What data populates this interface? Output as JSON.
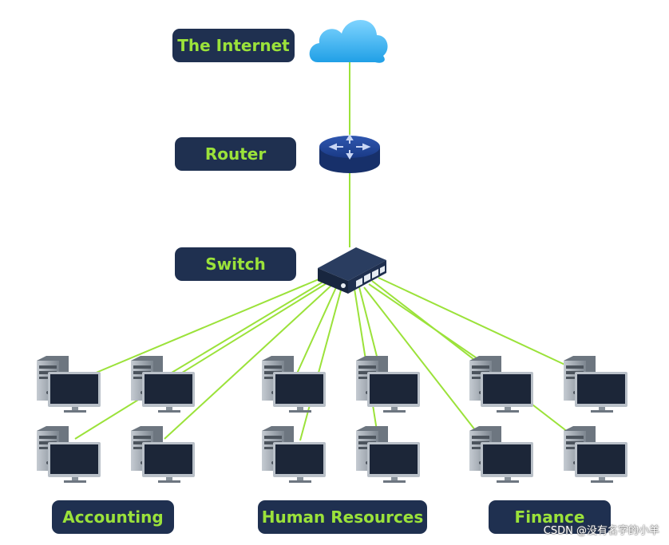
{
  "nodes": {
    "internet_label": "The Internet",
    "router_label": "Router",
    "switch_label": "Switch"
  },
  "departments": [
    {
      "label": "Accounting"
    },
    {
      "label": "Human Resources"
    },
    {
      "label": "Finance"
    }
  ],
  "colors": {
    "link": "#9be23a",
    "label_bg": "#1f3050",
    "label_text": "#9be23a",
    "cloud": "#2aa8e8",
    "router": "#1e3a7a",
    "switch": "#1c2c48",
    "monitor": "#1c2638",
    "tower": "#9aa3ad"
  },
  "icons": {
    "internet": "cloud-icon",
    "router": "router-icon",
    "switch": "switch-icon",
    "workstation": "desktop-computer-icon"
  },
  "watermark": "CSDN @没有名字的小羊"
}
